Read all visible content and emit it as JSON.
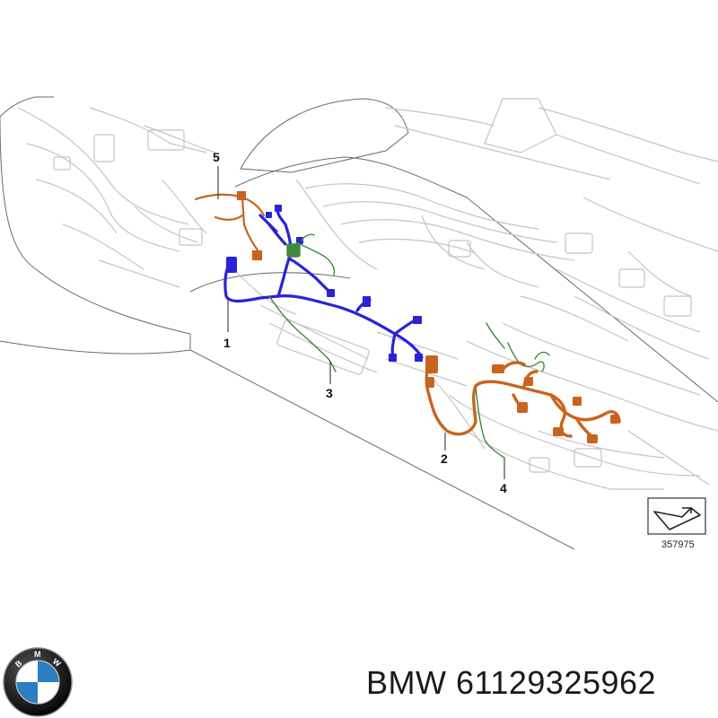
{
  "diagram": {
    "callouts": [
      "1",
      "2",
      "3",
      "4",
      "5"
    ],
    "reference_number": "357975",
    "colors": {
      "harness_1": "#2a22d6",
      "harness_2": "#c8641e",
      "harness_5": "#c8641e",
      "harness_3": "#3d8a3d",
      "harness_4": "#3d8a3d",
      "background_parts": "#c4c4c4",
      "outline": "#555555"
    }
  },
  "logo": {
    "brand": "BMW",
    "icon": "bmw-roundel-logo",
    "colors": {
      "blue": "#2c7fc0",
      "ring": "#1b1b1b",
      "white": "#ffffff"
    }
  },
  "caption": {
    "brand": "BMW",
    "part_number": "61129325962"
  }
}
